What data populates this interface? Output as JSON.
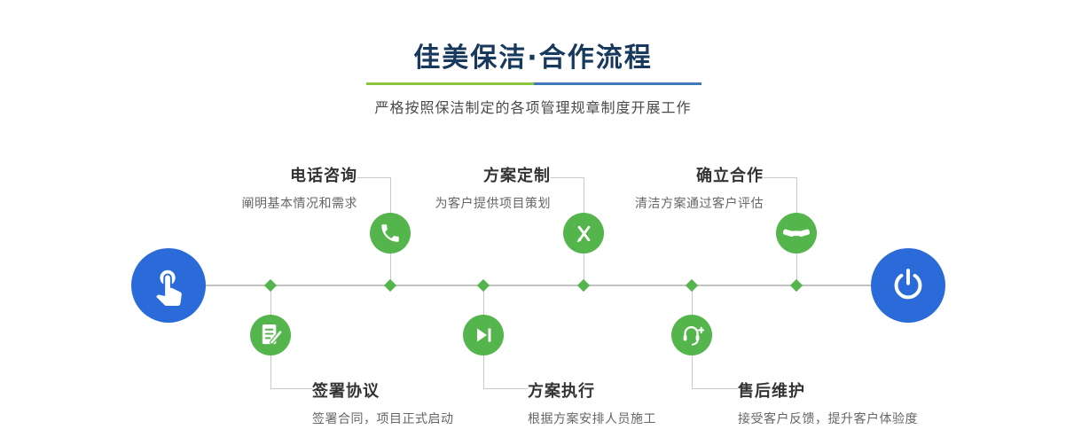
{
  "header": {
    "title": "佳美保洁·合作流程",
    "subtitle": "严格按照保洁制定的各项管理规章制度开展工作"
  },
  "colors": {
    "title-navy": "#17395e",
    "accent-green": "#55b54d",
    "accent-blue": "#2a6bd9",
    "divider-green": "#8cc63f",
    "divider-blue": "#3f7ab8",
    "line-gray": "#c3c3c3",
    "text-dark": "#333333",
    "text-muted": "#666666"
  },
  "timeline": {
    "start_icon": "hand-pointer-icon",
    "end_icon": "power-icon"
  },
  "steps_top": [
    {
      "title": "电话咨询",
      "desc": "阐明基本情况和需求",
      "icon": "phone-icon"
    },
    {
      "title": "方案定制",
      "desc": "为客户提供项目策划",
      "icon": "pen-cross-icon"
    },
    {
      "title": "确立合作",
      "desc": "清洁方案通过客户评估",
      "icon": "handshake-icon"
    }
  ],
  "steps_bottom": [
    {
      "title": "签署协议",
      "desc": "签署合同，项目正式启动",
      "icon": "contract-icon"
    },
    {
      "title": "方案执行",
      "desc": "根据方案安排人员施工",
      "icon": "play-icon"
    },
    {
      "title": "售后维护",
      "desc": "接受客户反馈，提升客户体验度",
      "icon": "headset-icon"
    }
  ]
}
